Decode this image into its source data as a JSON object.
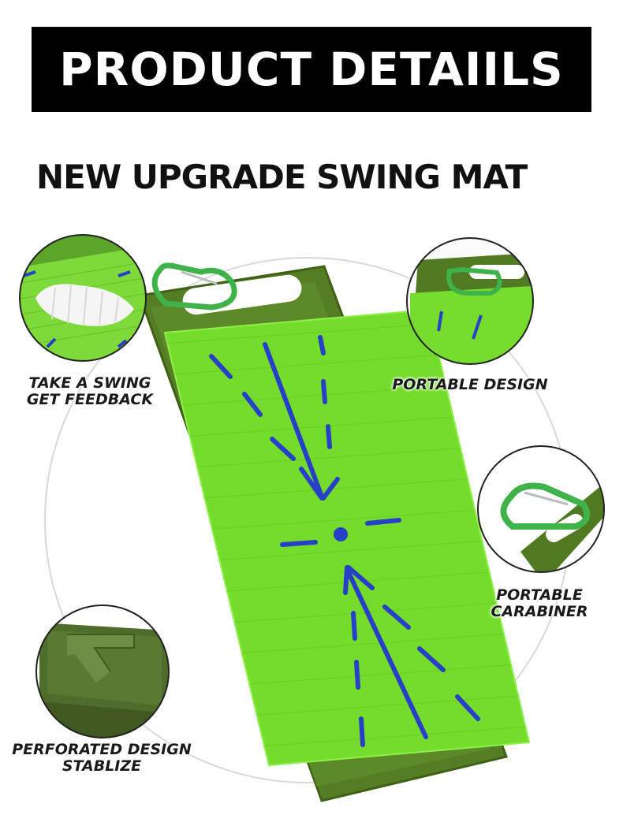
{
  "banner": {
    "title": "PRODUCT DETAIILS"
  },
  "headline": "NEW UPGRADE SWING MAT",
  "features": [
    {
      "lines": [
        "TAKE A SWING",
        "GET FEEDBACK"
      ],
      "icon": "swing-feedback-closeup"
    },
    {
      "lines": [
        "PORTABLE DESIGN"
      ],
      "icon": "handle-closeup"
    },
    {
      "lines": [
        "PORTABLE",
        "CARABINER"
      ],
      "icon": "carabiner-closeup"
    },
    {
      "lines": [
        "PERFORATED DESIGN",
        "STABLIZE"
      ],
      "icon": "perforated-base-closeup"
    }
  ],
  "colors": {
    "mat_frame": "#4f7a22",
    "mat_turf": "#74dd2c",
    "guide_lines": "#2640c8",
    "carabiner": "#3fb24a"
  }
}
